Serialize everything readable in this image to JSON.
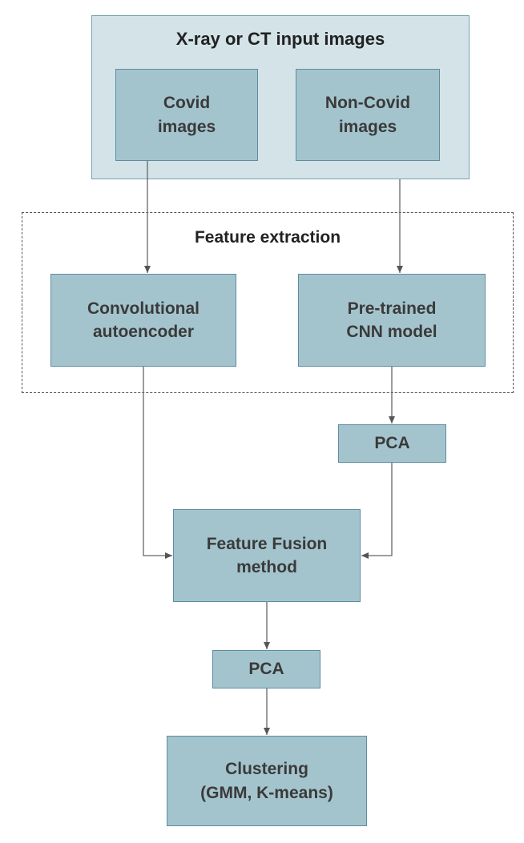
{
  "input_group": {
    "title": "X-ray or CT input images",
    "covid": {
      "line1": "Covid",
      "line2": "images"
    },
    "non_covid": {
      "line1": "Non-Covid",
      "line2": "images"
    }
  },
  "feature_extraction": {
    "title": "Feature extraction",
    "autoencoder": {
      "line1": "Convolutional",
      "line2": "autoencoder"
    },
    "cnn": {
      "line1": "Pre-trained",
      "line2": "CNN model"
    }
  },
  "pca_1": {
    "label": "PCA"
  },
  "fusion": {
    "line1": "Feature Fusion",
    "line2": "method"
  },
  "pca_2": {
    "label": "PCA"
  },
  "clustering": {
    "line1": "Clustering",
    "line2": "(GMM, K-means)"
  }
}
